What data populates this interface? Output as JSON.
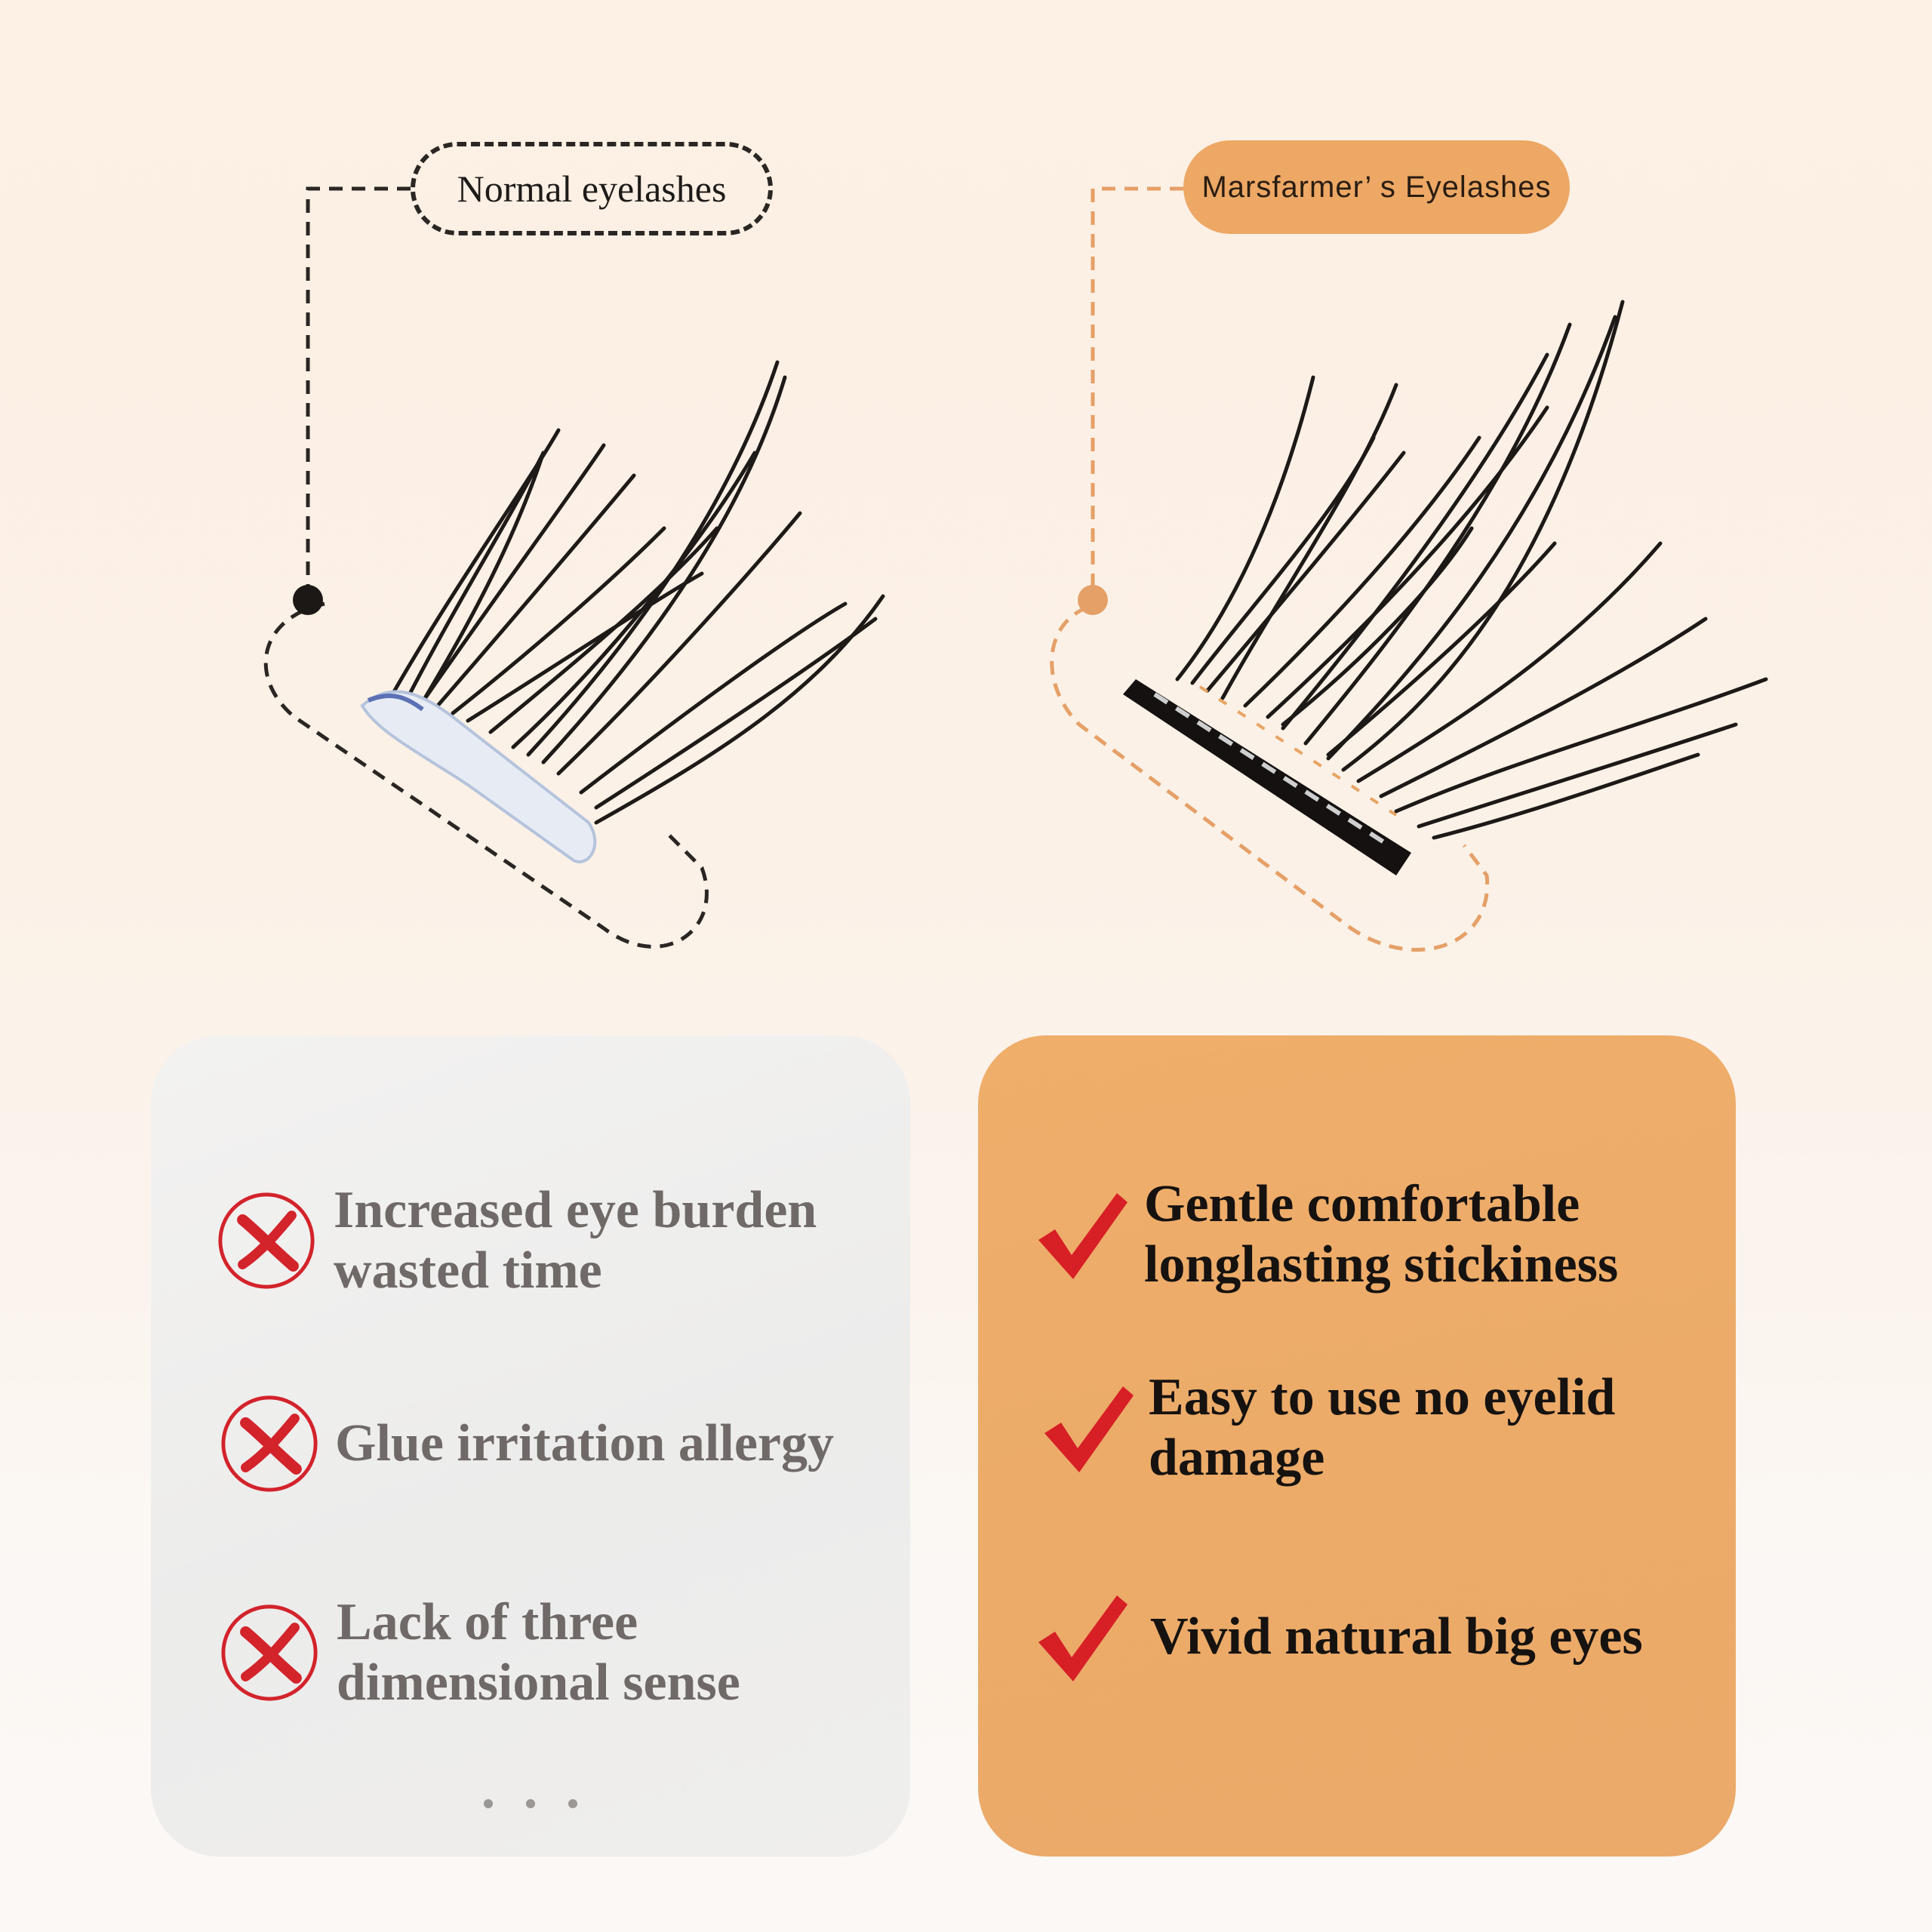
{
  "comparison": {
    "left_label": "Normal eyelashes",
    "right_label": "Marsfarmer’ s Eyelashes"
  },
  "cons": [
    {
      "text": "Increased eye burden\nwasted time",
      "icon": "x-circle-icon"
    },
    {
      "text": "Glue irritation allergy",
      "icon": "x-circle-icon"
    },
    {
      "text": "Lack of three\ndimensional sense",
      "icon": "x-circle-icon"
    }
  ],
  "pros": [
    {
      "text": "Gentle comfortable\nlonglasting stickiness",
      "icon": "check-icon"
    },
    {
      "text": "Easy to use no eyelid\ndamage",
      "icon": "check-icon"
    },
    {
      "text": "Vivid natural big eyes",
      "icon": "check-icon"
    }
  ],
  "colors": {
    "accent_orange": "#eda865",
    "cross_red": "#d3232b",
    "check_red": "#d71f26",
    "left_text": "#6f6a68",
    "right_text": "#161210"
  }
}
